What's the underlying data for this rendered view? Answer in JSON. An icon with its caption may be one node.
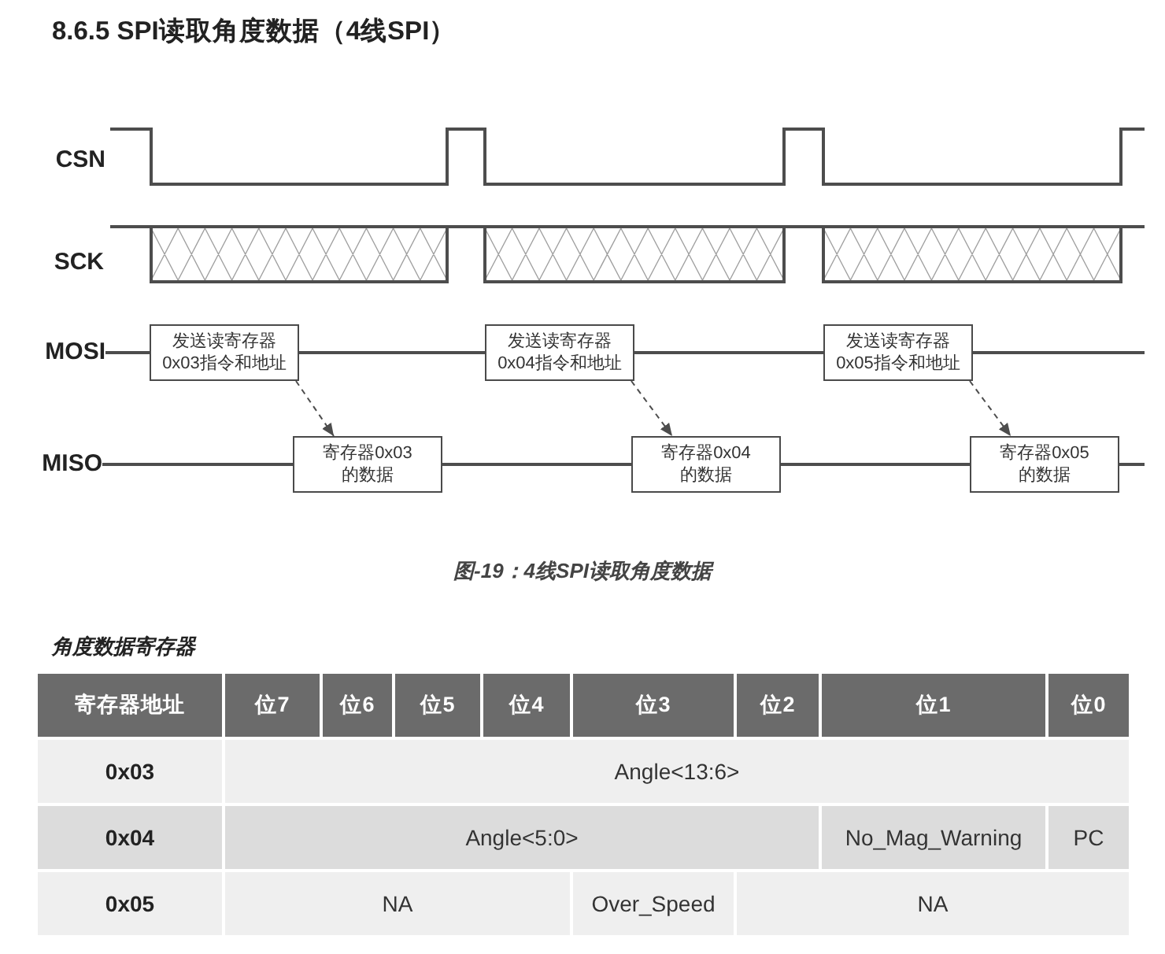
{
  "diagram": {
    "title": "8.6.5 SPI读取角度数据（4线SPI）",
    "caption": "图-19：4线SPI读取角度数据",
    "nodes": [
      {
        "text": [
          "MOSI"
        ]
      },
      {
        "text": [
          "发送读寄存器0x03指令和地址"
        ]
      },
      {
        "text": [
          "发送读寄存器0x04指令和地址"
        ]
      },
      {
        "text": [
          "发送读寄存器0x05指令和地址"
        ]
      },
      {
        "text": [
          "MISO"
        ]
      },
      {
        "text": [
          "寄存器0x03的数据"
        ]
      },
      {
        "text": [
          "寄存器0x04的数据"
        ]
      },
      {
        "text": [
          "寄存器0x05的数据"
        ]
      }
    ],
    "edges": [
      {
        "from": 0,
        "to": 1,
        "arrow": "none"
      },
      {
        "from": 1,
        "to": 2,
        "arrow": "none"
      },
      {
        "from": 2,
        "to": 3,
        "arrow": "none"
      },
      {
        "from": 3,
        "to": null,
        "arrow": "none"
      },
      {
        "from": 4,
        "to": 5,
        "arrow": "none"
      },
      {
        "from": 5,
        "to": 6,
        "arrow": "none"
      },
      {
        "from": 6,
        "to": 7,
        "arrow": "none"
      },
      {
        "from": 7,
        "to": null,
        "arrow": "none"
      },
      {
        "from": 1,
        "to": 5,
        "arrow": "to",
        "style": "dashed"
      },
      {
        "from": 2,
        "to": 6,
        "arrow": "to",
        "style": "dashed"
      },
      {
        "from": 3,
        "to": 7,
        "arrow": "to",
        "style": "dashed"
      }
    ],
    "labels": [
      "CSN",
      "SCK",
      "角度数据寄存器",
      "寄存器地址",
      "位7",
      "位6",
      "位5",
      "位4",
      "位3",
      "位2",
      "位1",
      "位0",
      "0x03",
      "Angle<13:6>",
      "0x04",
      "Angle<5:0>",
      "No_Mag_Warning",
      "PC",
      "0x05",
      "NA",
      "Over_Speed",
      "NA"
    ]
  }
}
